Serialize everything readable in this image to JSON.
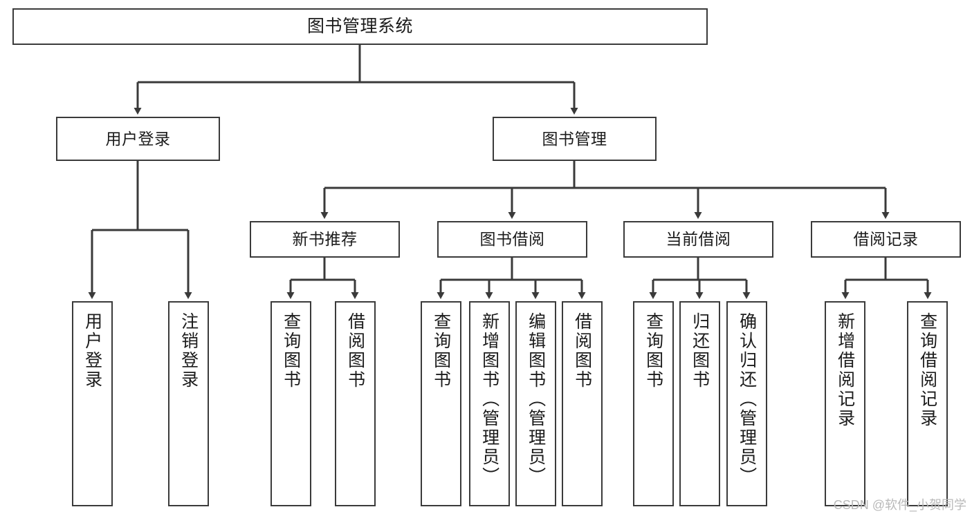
{
  "diagram": {
    "title": "图书管理系统",
    "type": "tree-hierarchy",
    "watermark": "CSDN @软件_小贺同学",
    "colors": {
      "box_border": "#3a3a3a",
      "edge": "#3a3a3a",
      "background": "#ffffff",
      "text": "#1b1b1b",
      "watermark": "#b9b9b9"
    }
  },
  "nodes": {
    "root": {
      "label": "图书管理系统"
    },
    "level2": [
      {
        "label": "用户登录"
      },
      {
        "label": "图书管理"
      }
    ],
    "level3": [
      {
        "label": "新书推荐"
      },
      {
        "label": "图书借阅"
      },
      {
        "label": "当前借阅"
      },
      {
        "label": "借阅记录"
      }
    ],
    "leaves": {
      "user_login": [
        {
          "label": "用户登录"
        },
        {
          "label": "注销登录"
        }
      ],
      "new_book_recommend": [
        {
          "label": "查询图书"
        },
        {
          "label": "借阅图书"
        }
      ],
      "book_borrow": [
        {
          "label": "查询图书"
        },
        {
          "label": "新增图书（管理员）"
        },
        {
          "label": "编辑图书（管理员）"
        },
        {
          "label": "借阅图书"
        }
      ],
      "current_borrow": [
        {
          "label": "查询图书"
        },
        {
          "label": "归还图书"
        },
        {
          "label": "确认归还（管理员）"
        }
      ],
      "borrow_record": [
        {
          "label": "新增借阅记录"
        },
        {
          "label": "查询借阅记录"
        }
      ]
    }
  }
}
